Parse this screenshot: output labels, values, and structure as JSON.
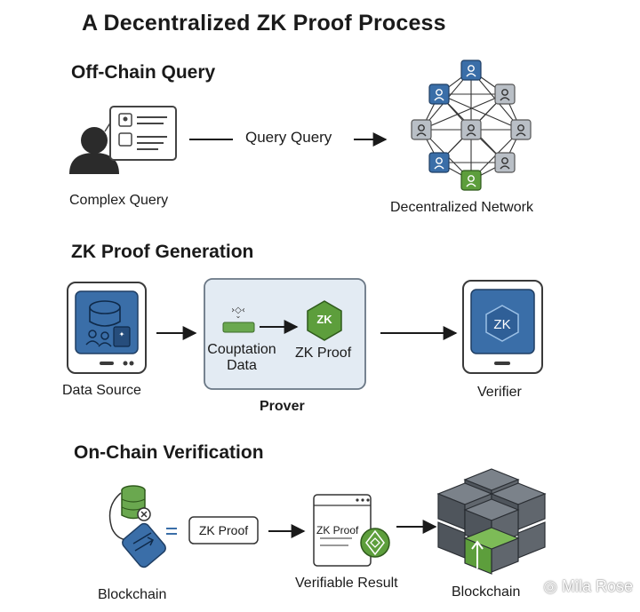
{
  "title": "A Decentralized ZK Proof Process",
  "sections": {
    "off_chain": {
      "heading": "Off-Chain Query",
      "complex_query_label": "Complex Query",
      "arrow_label": "Query Query",
      "network_label": "Decentralized Network"
    },
    "zk_generation": {
      "heading": "ZK Proof Generation",
      "data_source_label": "Data Source",
      "computation_label": "Couptation Data",
      "zk_proof_label": "ZK Proof",
      "zk_badge": "ZK",
      "prover_label": "Prover",
      "verifier_badge": "ZK",
      "verifier_label": "Verifier"
    },
    "on_chain": {
      "heading": "On-Chain Verification",
      "blockchain_label": "Blockchain",
      "zk_proof_box": "ZK Proof",
      "result_card_text": "ZK Proof",
      "verifiable_result_label": "Verifiable Result",
      "blockchain_cube_label": "Blockchain"
    }
  },
  "watermark": "Mila Rose",
  "colors": {
    "blue": "#3a6ea8",
    "dark_blue": "#2f5f97",
    "green": "#5d9e3c",
    "gray_node": "#b9bfc6",
    "prover_bg": "#e3ebf3",
    "text": "#1a1a1a"
  }
}
